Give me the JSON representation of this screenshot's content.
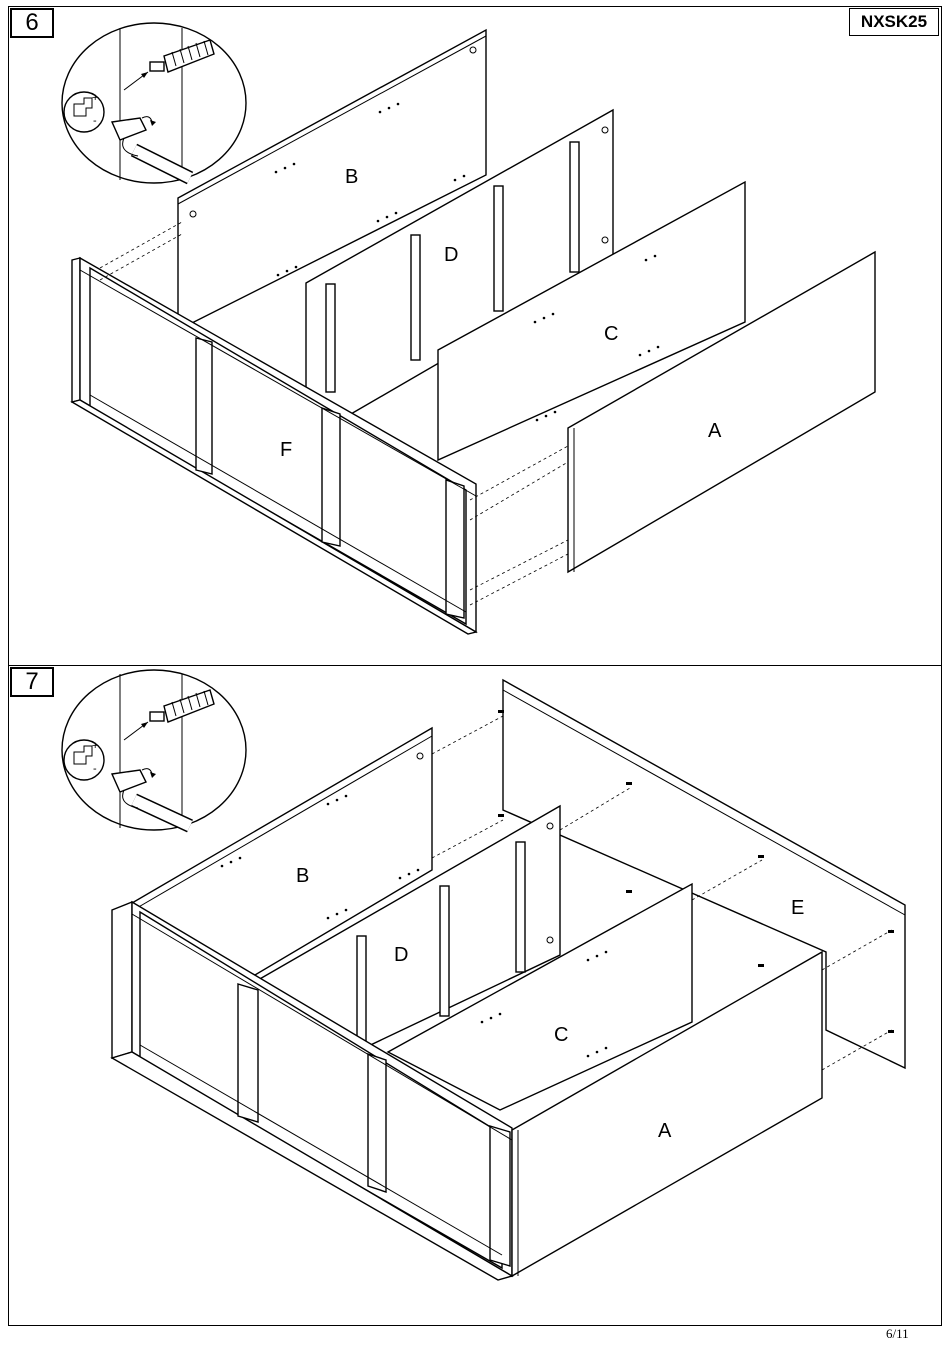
{
  "header": {
    "model": "NXSK25"
  },
  "steps": [
    {
      "number": "6",
      "labels": {
        "a": "A",
        "b": "B",
        "c": "C",
        "d": "D",
        "f": "F"
      }
    },
    {
      "number": "7",
      "labels": {
        "a": "A",
        "b": "B",
        "c": "C",
        "d": "D",
        "e": "E"
      }
    }
  ],
  "footer": {
    "page": "6/11"
  }
}
